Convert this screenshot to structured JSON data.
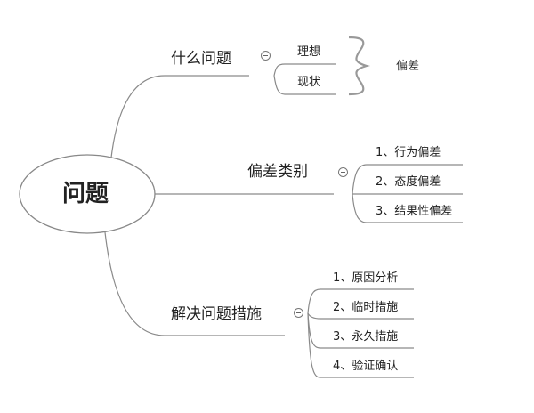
{
  "root": {
    "label": "问题"
  },
  "branches": [
    {
      "label": "什么问题",
      "children": [
        "理想",
        "现状"
      ],
      "note": "偏差"
    },
    {
      "label": "偏差类别",
      "children": [
        "1、行为偏差",
        "2、态度偏差",
        "3、结果性偏差"
      ]
    },
    {
      "label": "解决问题措施",
      "children": [
        "1、原因分析",
        "2、临时措施",
        "3、永久措施",
        "4、验证确认"
      ]
    }
  ]
}
